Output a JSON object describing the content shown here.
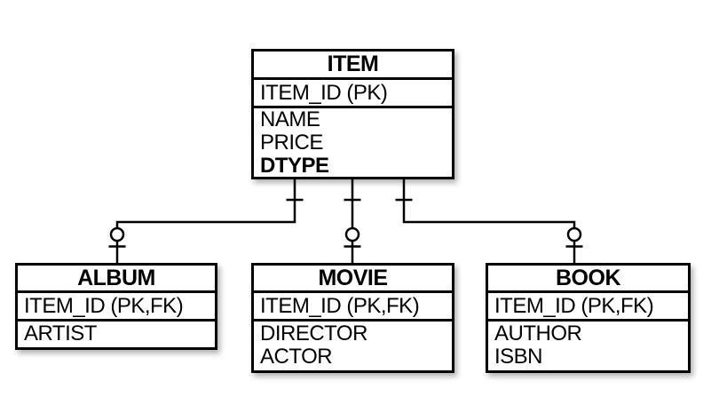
{
  "diagram": {
    "kind": "entity-relationship-diagram",
    "background_color": "#ffffff",
    "line_color": "#000000",
    "entities": [
      {
        "id": "item",
        "title": "ITEM",
        "key_field": "ITEM_ID (PK)",
        "attributes": [
          "NAME",
          "PRICE",
          "DTYPE"
        ],
        "bold_attributes": [
          "DTYPE"
        ]
      },
      {
        "id": "album",
        "title": "ALBUM",
        "key_field": "ITEM_ID (PK,FK)",
        "attributes": [
          "ARTIST"
        ]
      },
      {
        "id": "movie",
        "title": "MOVIE",
        "key_field": "ITEM_ID (PK,FK)",
        "attributes": [
          "DIRECTOR",
          "ACTOR"
        ]
      },
      {
        "id": "book",
        "title": "BOOK",
        "key_field": "ITEM_ID (PK,FK)",
        "attributes": [
          "AUTHOR",
          "ISBN"
        ]
      }
    ],
    "relationships": [
      {
        "parent": "ITEM",
        "child": "ALBUM",
        "parent_cardinality": "exactly-one (tick)",
        "child_cardinality": "zero-or-one (circle + tick)"
      },
      {
        "parent": "ITEM",
        "child": "MOVIE",
        "parent_cardinality": "exactly-one (tick)",
        "child_cardinality": "zero-or-one (circle + tick)"
      },
      {
        "parent": "ITEM",
        "child": "BOOK",
        "parent_cardinality": "exactly-one (tick)",
        "child_cardinality": "zero-or-one (circle + tick)"
      }
    ]
  }
}
